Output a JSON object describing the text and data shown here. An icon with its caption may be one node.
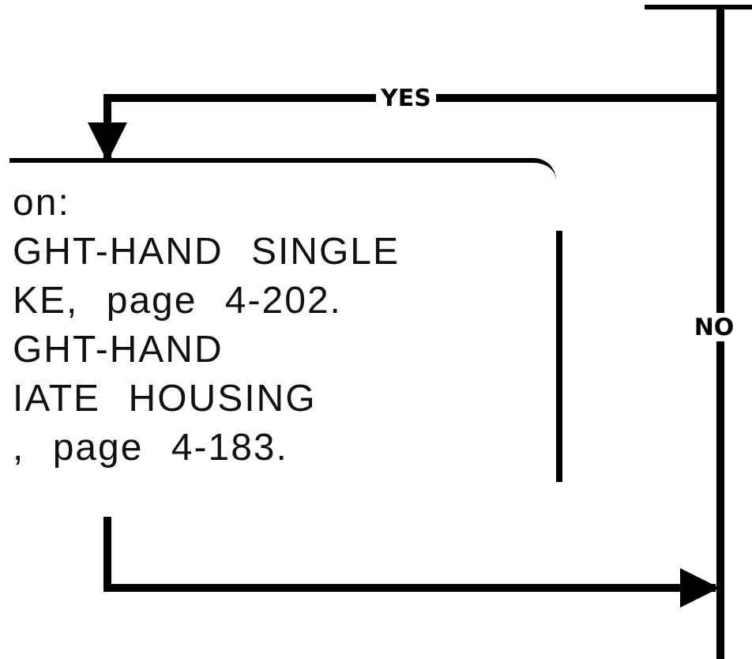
{
  "diagram": {
    "nodes": [
      {
        "text": [],
        "shape": "box"
      },
      {
        "text": [
          "on:",
          "GHT-HAND SINGLE KE, page 4-202.",
          "GHT-HAND IATE HOUSING , page 4-183."
        ]
      }
    ],
    "edges": [
      {
        "from": 0,
        "to": 1,
        "arrow": "to",
        "label": "YES"
      },
      {
        "from": 0,
        "to": null,
        "arrow": "none",
        "label": "NO"
      },
      {
        "from": 1,
        "to": null,
        "arrow": "to"
      }
    ]
  }
}
